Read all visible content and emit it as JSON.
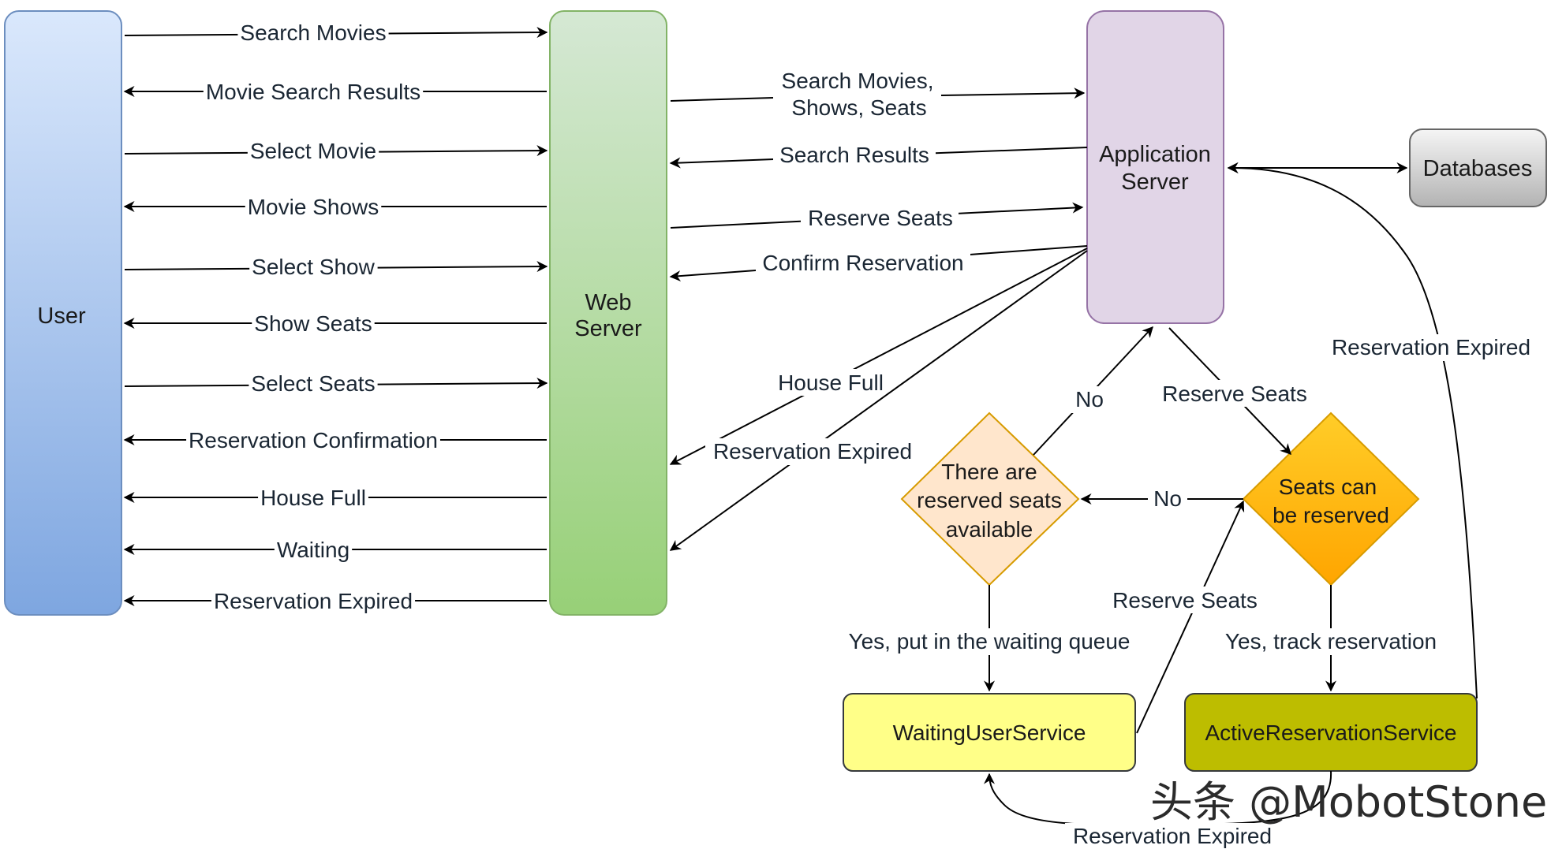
{
  "nodes": {
    "user": "User",
    "web_server": [
      "Web",
      "Server"
    ],
    "application_server": [
      "Application",
      "Server"
    ],
    "databases": "Databases",
    "reserved_seats_decision": [
      "There are",
      "reserved seats",
      "available"
    ],
    "seats_reservable_decision": [
      "Seats can",
      "be reserved"
    ],
    "waiting_user_service": "WaitingUserService",
    "active_reservation_service": "ActiveReservationService"
  },
  "user_web_flows": [
    {
      "label": "Search Movies",
      "direction": "to-web"
    },
    {
      "label": "Movie Search Results",
      "direction": "to-user"
    },
    {
      "label": "Select Movie",
      "direction": "to-web"
    },
    {
      "label": "Movie Shows",
      "direction": "to-user"
    },
    {
      "label": "Select Show",
      "direction": "to-web"
    },
    {
      "label": "Show Seats",
      "direction": "to-user"
    },
    {
      "label": "Select Seats",
      "direction": "to-web"
    },
    {
      "label": "Reservation Confirmation",
      "direction": "to-user"
    },
    {
      "label": "House Full",
      "direction": "to-user"
    },
    {
      "label": "Waiting",
      "direction": "to-user"
    },
    {
      "label": "Reservation Expired",
      "direction": "to-user"
    }
  ],
  "web_app_flows": {
    "search_request": [
      "Search Movies,",
      "Shows, Seats"
    ],
    "search_results": "Search Results",
    "reserve_seats": "Reserve Seats",
    "confirm_reservation": "Confirm Reservation",
    "house_full": "House Full",
    "reservation_expired": "Reservation Expired"
  },
  "service_flows": {
    "app_to_seats_check": "Reserve Seats",
    "seats_check_no": "No",
    "reserved_check_no": "No",
    "reserved_yes": "Yes, put in the waiting queue",
    "seats_yes": "Yes, track reservation",
    "waiting_to_seats_check": "Reserve Seats",
    "active_to_app": "Reservation Expired",
    "active_to_waiting": "Reservation Expired"
  },
  "watermark": "头条 @MobotStone",
  "colors": {
    "user_fill_top": "#dae8fc",
    "user_fill_bottom": "#7ea6e0",
    "user_stroke": "#6c8ebf",
    "web_fill_top": "#d5e8d4",
    "web_fill_bottom": "#97d077",
    "web_stroke": "#82b366",
    "app_fill": "#e1d5e7",
    "app_stroke": "#9673a6",
    "db_fill_top": "#f5f5f5",
    "db_fill_bottom": "#b3b3b3",
    "db_stroke": "#666666",
    "reserved_decision_fill": "#ffe6cc",
    "reserved_decision_stroke": "#d79b00",
    "seats_decision_fill_top": "#ffcd28",
    "seats_decision_fill_bottom": "#ffa500",
    "seats_decision_stroke": "#d79b00",
    "waiting_fill": "#ffff88",
    "waiting_stroke": "#36393d",
    "active_fill": "#bdbd00",
    "active_stroke": "#36393d",
    "edge": "#000000"
  }
}
